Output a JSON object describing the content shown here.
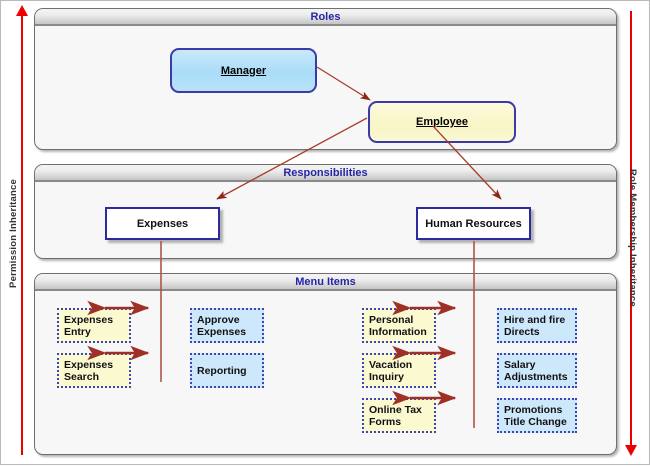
{
  "axes": {
    "left_label": "Permission Inheritance",
    "right_label": "Role Membership Inheritance",
    "left_arrow_icon": "arrow-up-icon",
    "right_arrow_icon": "arrow-down-icon",
    "accent_color": "#ee0000"
  },
  "panels": {
    "roles": {
      "title": "Roles",
      "nodes": [
        {
          "label": "Manager",
          "style": "manager"
        },
        {
          "label": "Employee",
          "style": "employee"
        }
      ]
    },
    "responsibilities": {
      "title": "Responsibilities",
      "nodes": [
        {
          "label": "Expenses"
        },
        {
          "label": "Human Resources"
        }
      ]
    },
    "menu_items": {
      "title": "Menu Items",
      "left_column": [
        {
          "line1": "Expenses",
          "line2": "Entry",
          "style": "yellow"
        },
        {
          "line1": "Expenses",
          "line2": "Search",
          "style": "yellow"
        },
        {
          "line1": "Personal",
          "line2": "Information",
          "style": "yellow"
        },
        {
          "line1": "Vacation",
          "line2": "Inquiry",
          "style": "yellow"
        },
        {
          "line1": "Online Tax",
          "line2": "Forms",
          "style": "yellow"
        }
      ],
      "right_column": [
        {
          "line1": "Approve",
          "line2": "Expenses",
          "style": "blue"
        },
        {
          "line1": "Reporting",
          "line2": "",
          "style": "blue"
        },
        {
          "line1": "Hire and fire",
          "line2": "Directs",
          "style": "blue"
        },
        {
          "line1": "Salary",
          "line2": "Adjustments",
          "style": "blue"
        },
        {
          "line1": "Promotions",
          "line2": "Title Change",
          "style": "blue"
        }
      ]
    }
  },
  "colors": {
    "header_text": "#2526a6",
    "node_border": "#3a3aa8",
    "manager_fill": "#aadcf8",
    "employee_fill": "#f8f5c6",
    "connector": "#a83c28",
    "menu_connector": "#b05448"
  }
}
